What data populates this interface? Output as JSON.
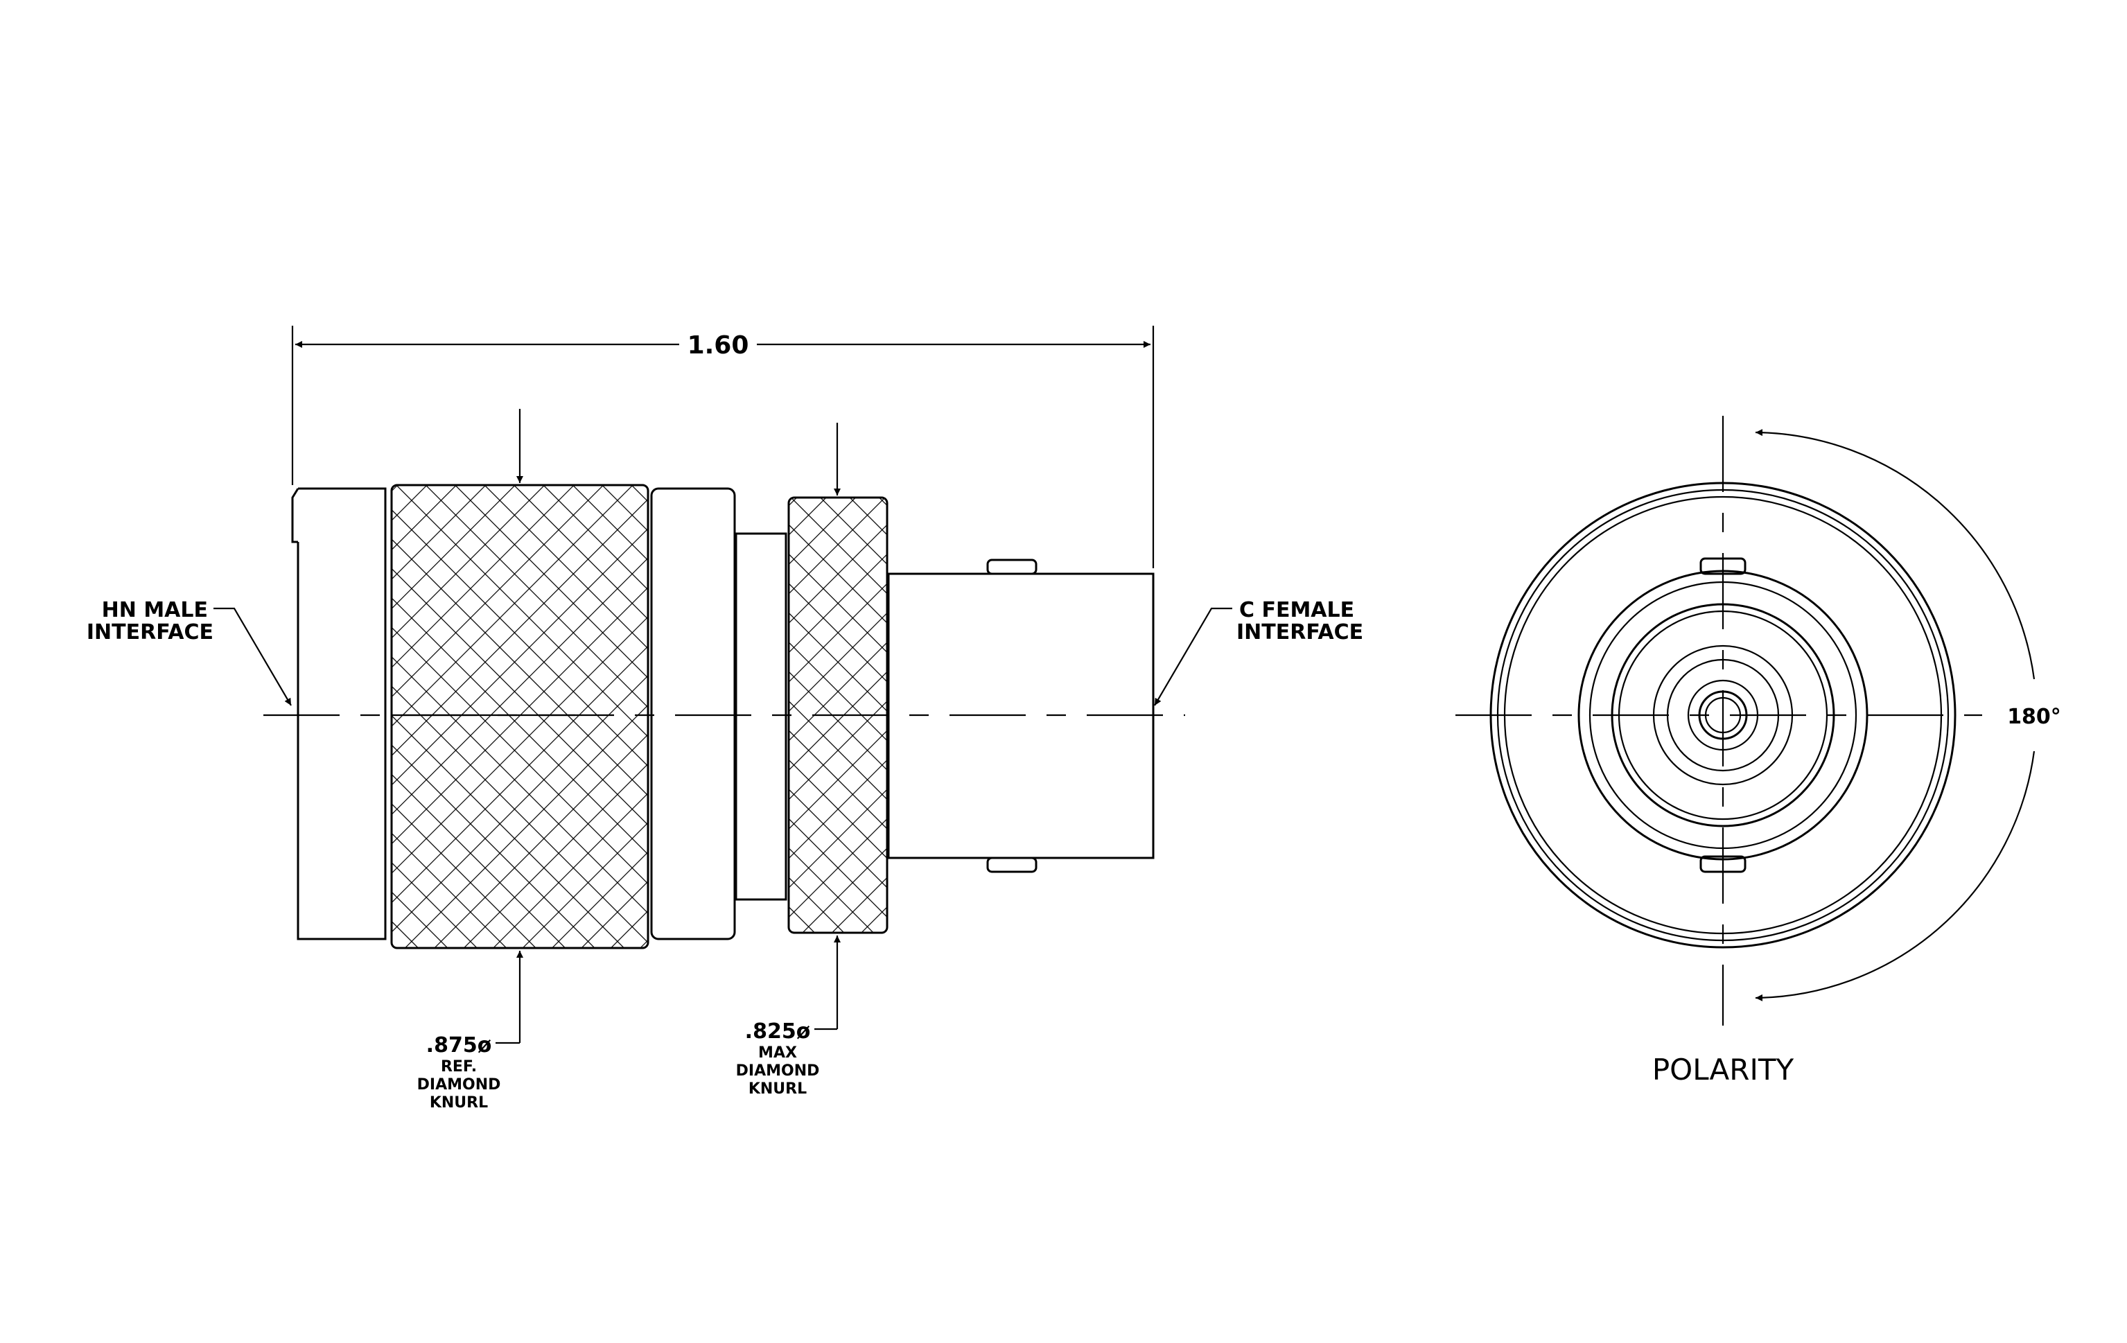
{
  "dimensions": {
    "overall_length": "1.60",
    "angle": "180°"
  },
  "callouts": {
    "hn_male": {
      "line1": "HN MALE",
      "line2": "INTERFACE"
    },
    "c_female": {
      "line1": "C FEMALE",
      "line2": "INTERFACE"
    },
    "knurl_large": {
      "size": ".875ø",
      "line2": "REF.",
      "line3": "DIAMOND",
      "line4": "KNURL"
    },
    "knurl_small": {
      "size": ".825ø",
      "line2": "MAX",
      "line3": "DIAMOND",
      "line4": "KNURL"
    }
  },
  "views": {
    "polarity_label": "POLARITY"
  }
}
